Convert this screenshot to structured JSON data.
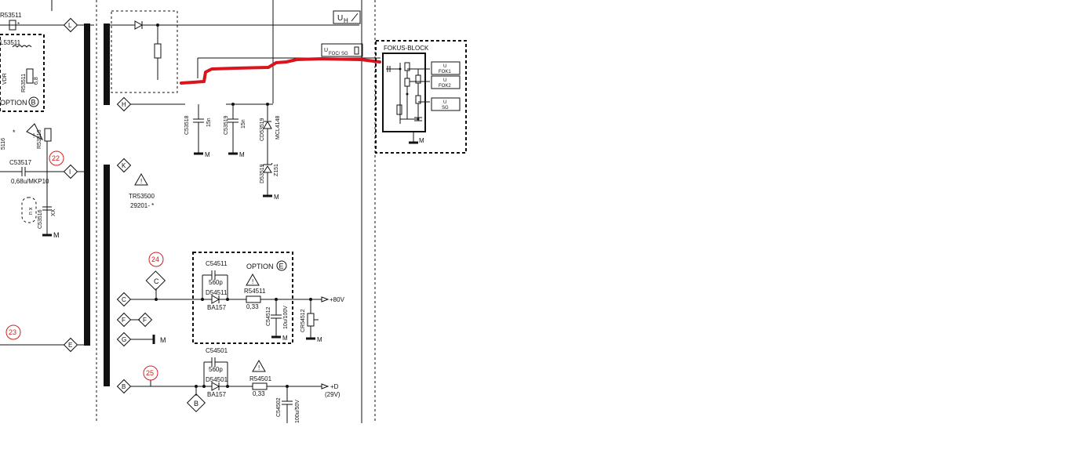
{
  "colors": {
    "line": "#111111",
    "marker": "#cc2222",
    "overlay": "#d9141c",
    "background": "#ffffff"
  },
  "connectors": {
    "L": "L",
    "H": "H",
    "I": "I",
    "K": "K",
    "C": "C",
    "F": "F",
    "G": "G",
    "E": "E",
    "B": "B"
  },
  "reference_markers": {
    "r22": "22",
    "r23": "23",
    "r24": "24",
    "r25": "25"
  },
  "components": {
    "r53511": "R53511",
    "l53511": "L53511",
    "r53511b": "R53511",
    "r53511_val": "6,8",
    "option_b": "OPTION",
    "option_b_letter": "B",
    "r53516": "R53516",
    "c53517": "C53517",
    "c53517_val": "0,68u/MKP10",
    "c53516": "C53516",
    "c53516_nx": "n x",
    "c53516_xx": "XX",
    "c53518": "C53518",
    "c53518_val": "15n",
    "c53519": "C53519",
    "c53519_val": "15n",
    "cd53519": "CD53519",
    "mcl4148": "MCL4148",
    "d53519": "D53519",
    "z151": "Z151",
    "tr53500": "TR53500",
    "tr_part": "29201- *",
    "c54511": "C54511",
    "c54511_val": "560p",
    "d54511": "D54511",
    "ba157a": "BA157",
    "r54511": "R54511",
    "r54511_val": "0,33",
    "c54512": "C54512",
    "c54512_val": "10u/100V",
    "cr54512": "CR54512",
    "option_e": "OPTION",
    "option_e_letter": "E",
    "c54501": "C54501",
    "c54501_val": "560p",
    "d54501": "D54501",
    "ba157b": "BA157",
    "r54501": "R54501",
    "r54501_val": "0,33",
    "c54502": "C54502",
    "c54502_val": "100u/50V"
  },
  "outputs": {
    "plus80": "+80V",
    "plusD": "+D",
    "plusD_sub": "(29V)",
    "uh_main": "U",
    "uh_sub": "H",
    "ufoc_main": "U",
    "ufoc_sub": "FOC/ SG"
  },
  "fokus_block": {
    "title": "FOKUS-BLOCK",
    "ground": "M",
    "outputs": [
      {
        "main": "U",
        "sub": "FOK1"
      },
      {
        "main": "U",
        "sub": "FOK2"
      },
      {
        "main": "U",
        "sub": "SG"
      }
    ]
  },
  "ground_label": "M"
}
